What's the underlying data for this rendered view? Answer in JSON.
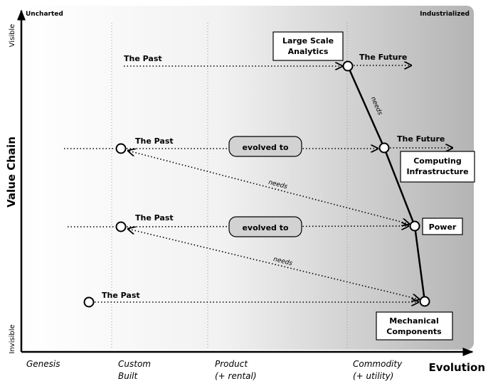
{
  "corners": {
    "top_left": "Uncharted",
    "top_right": "Industrialized"
  },
  "y_axis": {
    "title": "Value Chain",
    "top": "Visible",
    "bottom": "Invisible"
  },
  "x_axis": {
    "title": "Evolution",
    "stages": [
      {
        "line1": "Genesis",
        "line2": ""
      },
      {
        "line1": "Custom",
        "line2": "Built"
      },
      {
        "line1": "Product",
        "line2": "(+ rental)"
      },
      {
        "line1": "Commodity",
        "line2": "(+ utility)"
      }
    ]
  },
  "components": [
    {
      "line1": "Large Scale",
      "line2": "Analytics"
    },
    {
      "line1": "Computing",
      "line2": "Infrastructure"
    },
    {
      "line1": "Power",
      "line2": ""
    },
    {
      "line1": "Mechanical",
      "line2": "Components"
    }
  ],
  "labels": {
    "past": "The Past",
    "future": "The Future",
    "evolved_to": "evolved to",
    "needs": "needs"
  },
  "colors": {
    "gradient_left": "#ffffff",
    "gradient_right": "#b4b4b4",
    "ink": "#000000",
    "stage_divider": "#999999"
  }
}
